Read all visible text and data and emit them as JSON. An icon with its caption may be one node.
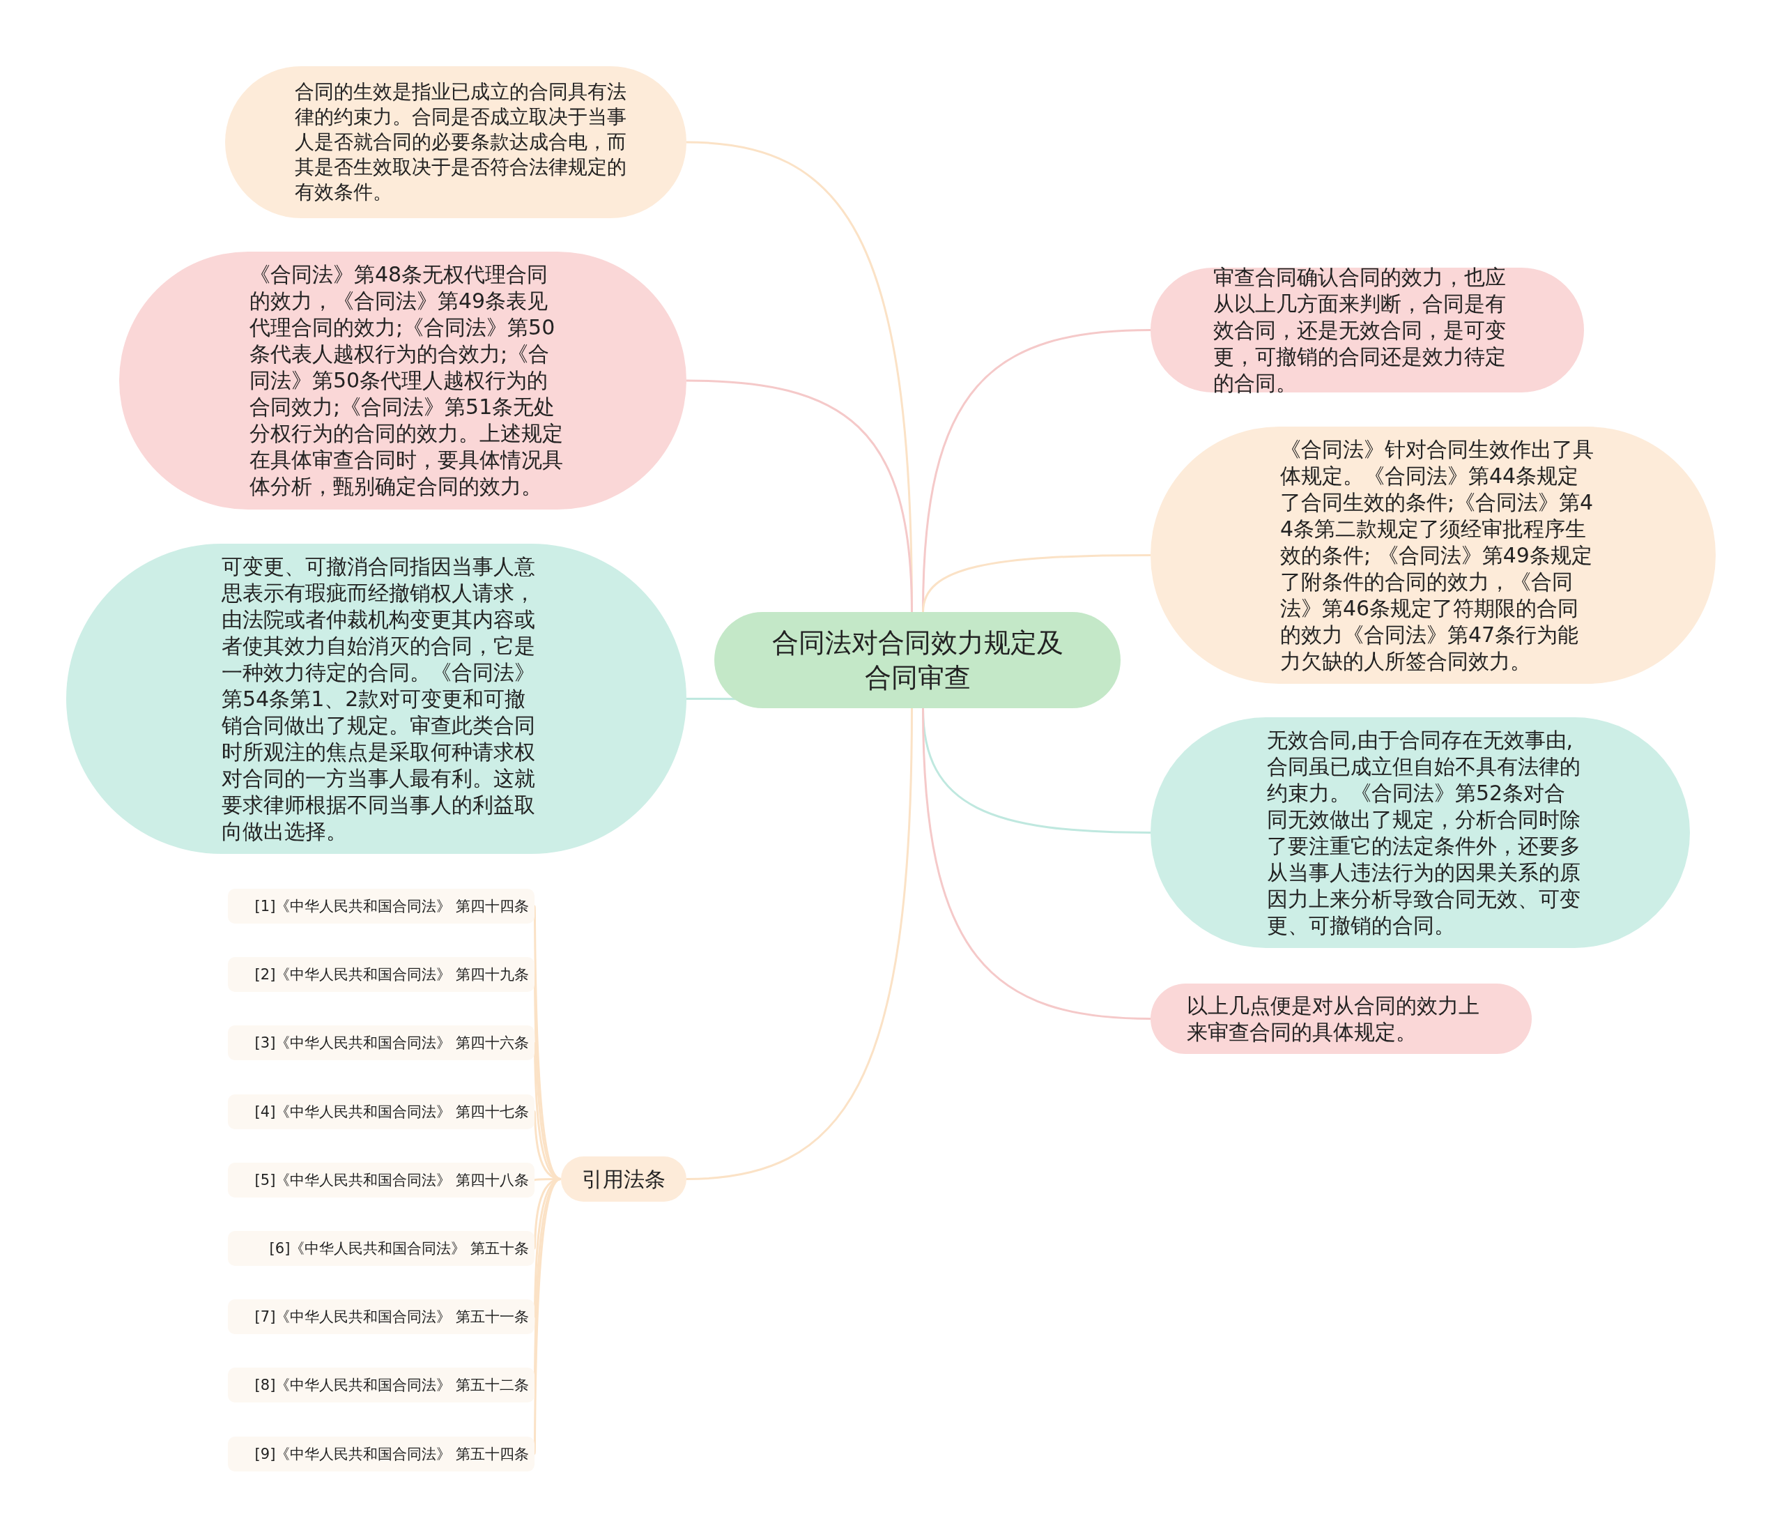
{
  "diagram": {
    "nodes": [
      {
        "text": [
          "合同法对合同效力规定及合同审查"
        ]
      },
      {
        "text": [
          "合同的生效是指业已成立的合同具有法律的约束力。合同是否成立取决于当事人是否就合同的必要条款达成合电，而其是否生效取决于是否符合法律规定的有效条件。"
        ]
      },
      {
        "text": [
          "《合同法》第48条无权代理合同的效力，《合同法》第49条表见代理合同的效力;《合同法》第50条代表人越权行为的合效力;《合同法》第50条代理人越权行为的合同效力;《合同法》第51条无处分权行为的合同的效力。上述规定在具体审查合同时，要具体情况具体分析，甄别确定合同的效力。"
        ]
      },
      {
        "text": [
          "可变更、可撤消合同指因当事人意思表示有瑕疵而经撤销权人请求，由法院或者仲裁机构变更其内容或者使其效力自始消灭的合同，它是一种效力待定的合同。《合同法》第54条第1、2款对可变更和可撤销合同做出了规定。审查此类合同时所观注的焦点是采取何种请求权对合同的一方当事人最有利。这就要求律师根据不同当事人的利益取向做出选择。"
        ]
      },
      {
        "text": [
          "审查合同确认合同的效力，也应从以上几方面来判断，合同是有效合同，还是无效合同，是可变更，可撤销的合同还是效力待定的合同。"
        ]
      },
      {
        "text": [
          "《合同法》针对合同生效作出了具体规定。《合同法》第44条规定了合同生效的条件;《合同法》第44条第二款规定了须经审批程序生效的条件; 《合同法》第49条规定了附条件的合同的效力，《合同法》第46条规定了符期限的合同的效力《合同法》第47条行为能力欠缺的人所签合同效力。"
        ]
      },
      {
        "text": [
          "无效合同,由于合同存在无效事由,合同虽已成立但自始不具有法律的约束力。《合同法》第52条对合同无效做出了规定，分析合同时除了要注重它的法定条件外，还要多从当事人违法行为的因果关系的原因力上来分析导致合同无效、可变更、可撤销的合同。"
        ]
      },
      {
        "text": [
          "以上几点便是对从合同的效力上来审查合同的具体规定。"
        ]
      },
      {
        "text": [
          "引用法条"
        ]
      },
      {
        "text": [
          "[1]《中华人民共和国合同法》 第四十四条"
        ]
      },
      {
        "text": [
          "[2]《中华人民共和国合同法》 第四十九条"
        ]
      },
      {
        "text": [
          "[3]《中华人民共和国合同法》 第四十六条"
        ]
      },
      {
        "text": [
          "[4]《中华人民共和国合同法》 第四十七条"
        ]
      },
      {
        "text": [
          "[5]《中华人民共和国合同法》 第四十八条"
        ]
      },
      {
        "text": [
          "[6]《中华人民共和国合同法》 第五十条"
        ]
      },
      {
        "text": [
          "[7]《中华人民共和国合同法》 第五十一条"
        ]
      },
      {
        "text": [
          "[8]《中华人民共和国合同法》 第五十二条"
        ]
      },
      {
        "text": [
          "[9]《中华人民共和国合同法》 第五十四条"
        ]
      }
    ],
    "edges": [
      {
        "from": 0,
        "to": 1,
        "arrow": "none"
      },
      {
        "from": 0,
        "to": 2,
        "arrow": "none",
        "color": "#f5c9c9"
      },
      {
        "from": 0,
        "to": 3,
        "arrow": "none",
        "color": "#bfe8df"
      },
      {
        "from": 0,
        "to": 4,
        "arrow": "none",
        "color": "#f5c9c9"
      },
      {
        "from": 0,
        "to": 5,
        "arrow": "none"
      },
      {
        "from": 0,
        "to": 6,
        "arrow": "none",
        "color": "#bfe8df"
      },
      {
        "from": 0,
        "to": 7,
        "arrow": "none",
        "color": "#f5c9c9"
      },
      {
        "from": 0,
        "to": 8,
        "arrow": "none"
      },
      {
        "from": 8,
        "to": 9,
        "arrow": "none"
      },
      {
        "from": 8,
        "to": 10,
        "arrow": "none"
      },
      {
        "from": 8,
        "to": 11,
        "arrow": "none"
      },
      {
        "from": 8,
        "to": 12,
        "arrow": "none"
      },
      {
        "from": 8,
        "to": 13,
        "arrow": "none"
      },
      {
        "from": 8,
        "to": 14,
        "arrow": "none"
      },
      {
        "from": 8,
        "to": 15,
        "arrow": "none"
      },
      {
        "from": 8,
        "to": 16,
        "arrow": "none"
      },
      {
        "from": 8,
        "to": 17,
        "arrow": "none"
      }
    ]
  }
}
